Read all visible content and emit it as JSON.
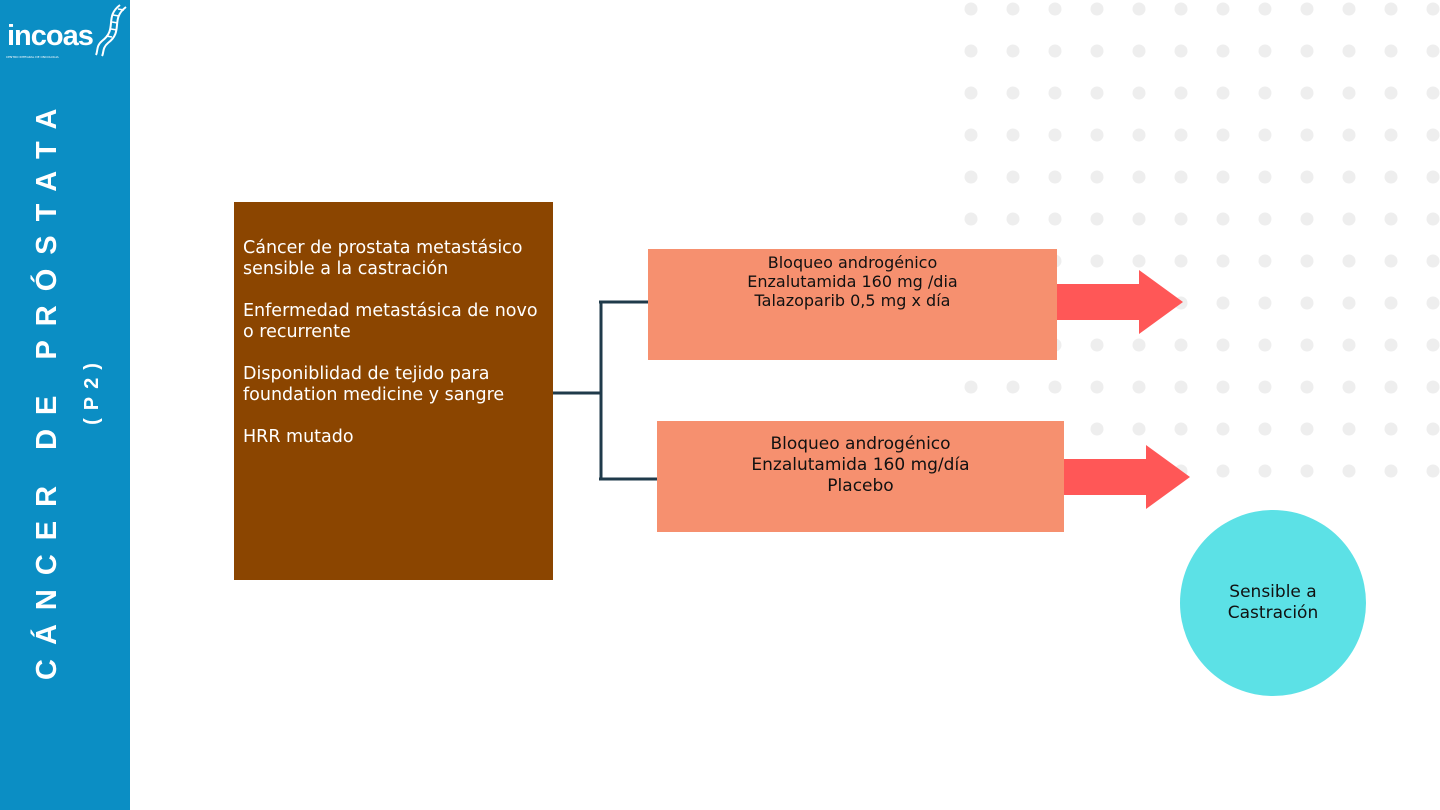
{
  "brand": {
    "name": "incoas",
    "tagline": "CENTRO INTEGRAL DE ONCOLOGIA"
  },
  "sidebar": {
    "title": "CÁNCER DE PRÓSTATA",
    "subtitle": "(P2)"
  },
  "criteria": {
    "items": [
      "Cáncer de prostata metastásico sensible a la castración",
      "Enfermedad metastásica de novo o recurrente",
      "Disponiblidad de tejido para foundation medicine y sangre",
      "HRR mutado"
    ]
  },
  "arms": [
    {
      "lines": [
        "Bloqueo androgénico",
        "Enzalutamida 160 mg /dia",
        "Talazoparib 0,5 mg x día"
      ]
    },
    {
      "lines": [
        "Bloqueo androgénico",
        "Enzalutamida 160 mg/día",
        "Placebo"
      ]
    }
  ],
  "result": {
    "lines": [
      "Sensible a",
      "Castración"
    ]
  },
  "colors": {
    "sidebar": "#0b8ec4",
    "criteria_box": "#8b4500",
    "arm_box": "#f6906f",
    "arrow": "#ff5757",
    "result_circle": "#5ce1e6",
    "connector": "#1f3a4a",
    "dots": "#eeeeee"
  },
  "icons": {
    "logo": "dna-helix-icon",
    "arrows": "right-arrow-icon"
  }
}
